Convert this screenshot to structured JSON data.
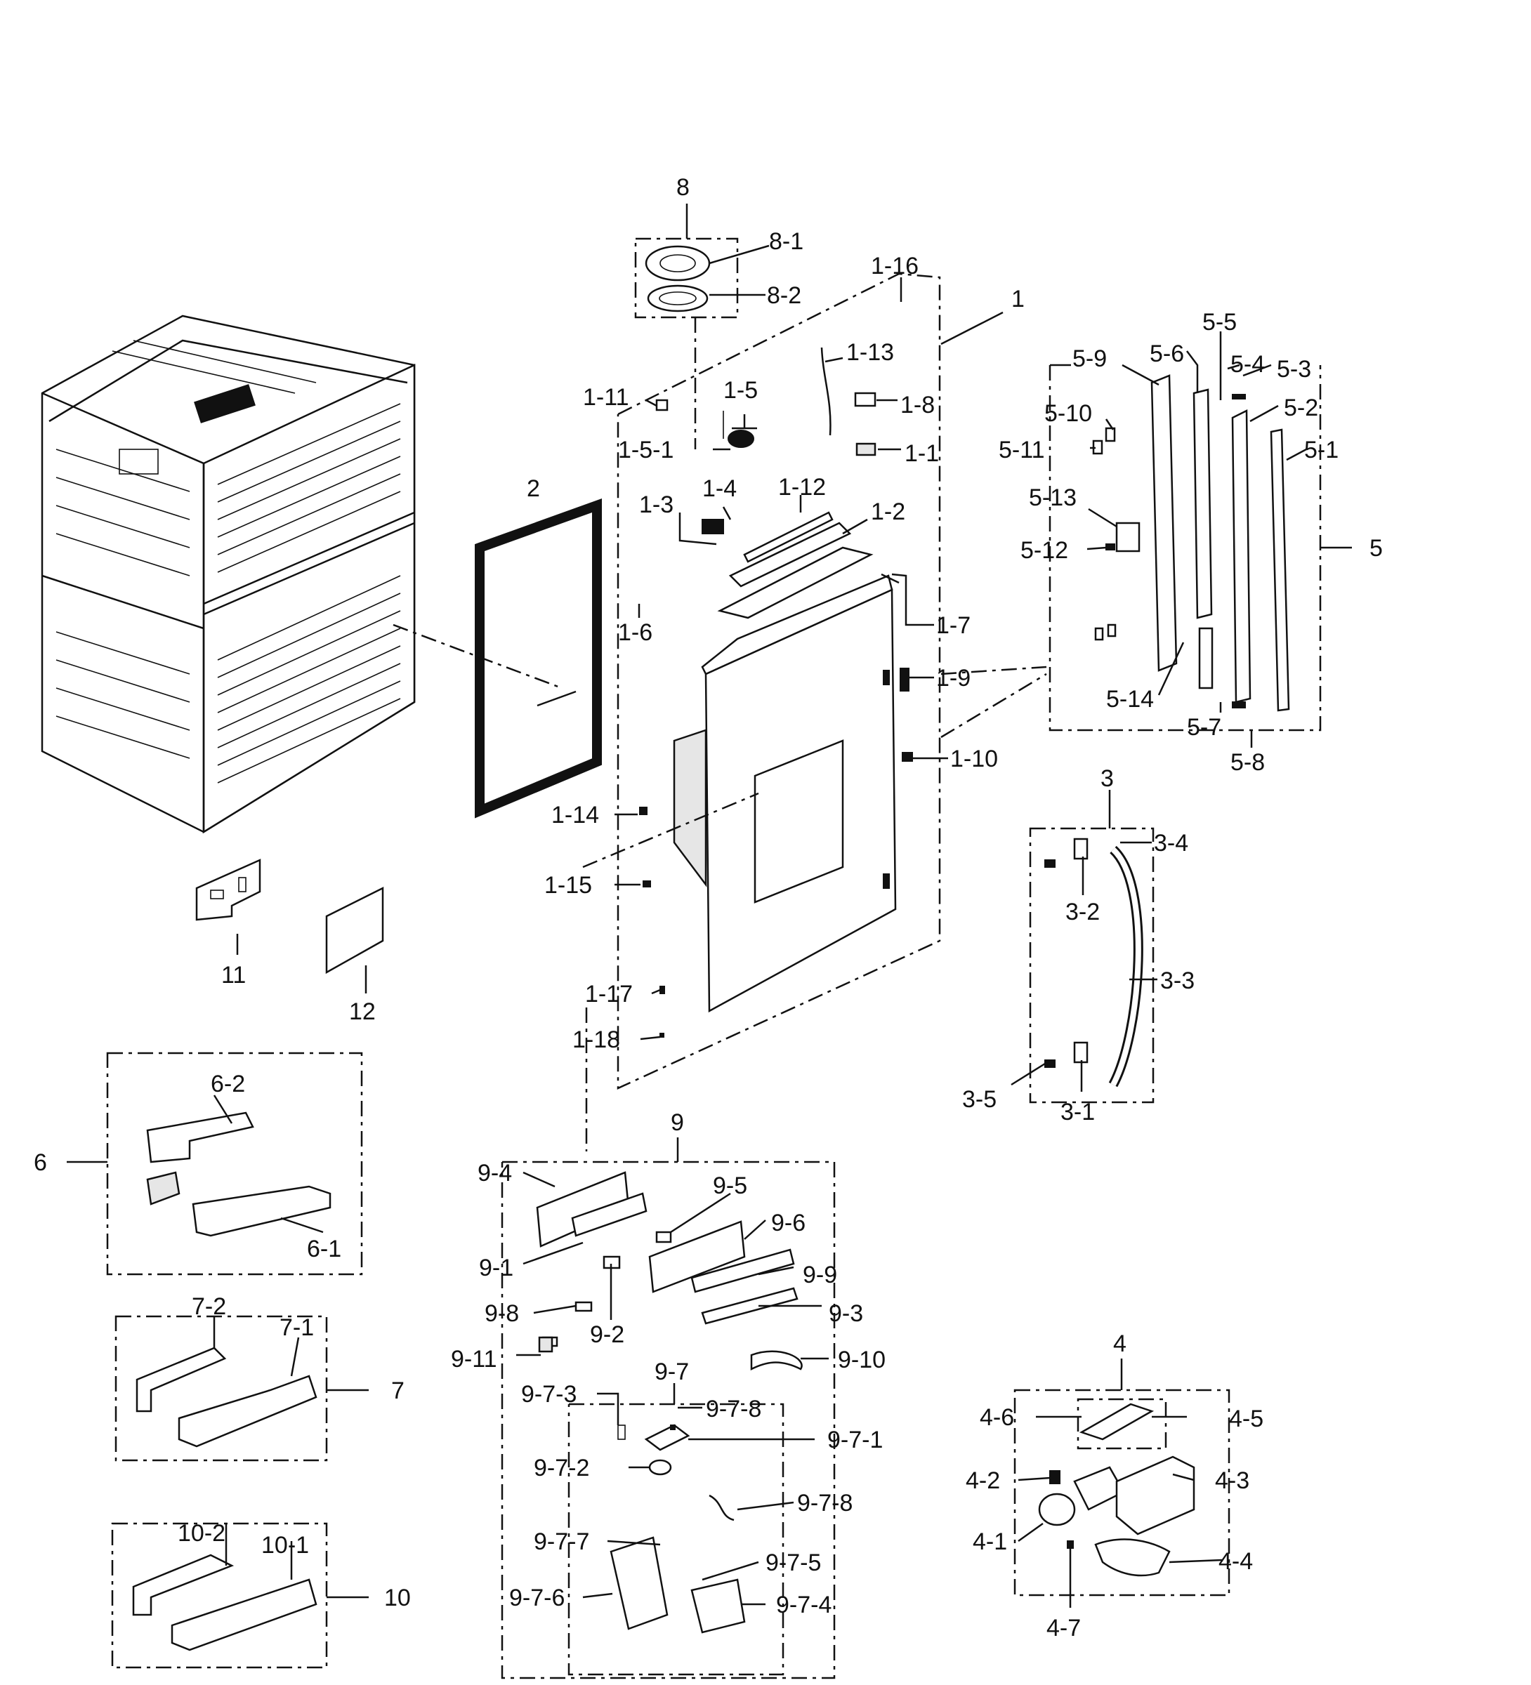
{
  "callouts": [
    {
      "id": "8",
      "text": "8"
    },
    {
      "id": "8-1",
      "text": "8-1"
    },
    {
      "id": "8-2",
      "text": "8-2"
    },
    {
      "id": "1-16",
      "text": "1-16"
    },
    {
      "id": "1",
      "text": "1"
    },
    {
      "id": "1-13",
      "text": "1-13"
    },
    {
      "id": "1-11",
      "text": "1-11"
    },
    {
      "id": "1-5",
      "text": "1-5"
    },
    {
      "id": "1-8",
      "text": "1-8"
    },
    {
      "id": "1-5-1",
      "text": "1-5-1"
    },
    {
      "id": "1-1",
      "text": "1-1"
    },
    {
      "id": "2",
      "text": "2"
    },
    {
      "id": "1-3",
      "text": "1-3"
    },
    {
      "id": "1-4",
      "text": "1-4"
    },
    {
      "id": "1-12",
      "text": "1-12"
    },
    {
      "id": "1-2",
      "text": "1-2"
    },
    {
      "id": "1-6",
      "text": "1-6"
    },
    {
      "id": "1-7",
      "text": "1-7"
    },
    {
      "id": "1-9",
      "text": "1-9"
    },
    {
      "id": "1-10",
      "text": "1-10"
    },
    {
      "id": "1-14",
      "text": "1-14"
    },
    {
      "id": "1-15",
      "text": "1-15"
    },
    {
      "id": "1-17",
      "text": "1-17"
    },
    {
      "id": "1-18",
      "text": "1-18"
    },
    {
      "id": "11",
      "text": "11"
    },
    {
      "id": "12",
      "text": "12"
    },
    {
      "id": "5-5",
      "text": "5-5"
    },
    {
      "id": "5-9",
      "text": "5-9"
    },
    {
      "id": "5-6",
      "text": "5-6"
    },
    {
      "id": "5-4",
      "text": "5-4"
    },
    {
      "id": "5-3",
      "text": "5-3"
    },
    {
      "id": "5-10",
      "text": "5-10"
    },
    {
      "id": "5-2",
      "text": "5-2"
    },
    {
      "id": "5-11",
      "text": "5-11"
    },
    {
      "id": "5-1",
      "text": "5-1"
    },
    {
      "id": "5-13",
      "text": "5-13"
    },
    {
      "id": "5",
      "text": "5"
    },
    {
      "id": "5-12",
      "text": "5-12"
    },
    {
      "id": "5-14",
      "text": "5-14"
    },
    {
      "id": "5-7",
      "text": "5-7"
    },
    {
      "id": "5-8",
      "text": "5-8"
    },
    {
      "id": "3",
      "text": "3"
    },
    {
      "id": "3-4",
      "text": "3-4"
    },
    {
      "id": "3-2",
      "text": "3-2"
    },
    {
      "id": "3-3",
      "text": "3-3"
    },
    {
      "id": "3-5",
      "text": "3-5"
    },
    {
      "id": "3-1",
      "text": "3-1"
    },
    {
      "id": "6-2",
      "text": "6-2"
    },
    {
      "id": "6",
      "text": "6"
    },
    {
      "id": "6-1",
      "text": "6-1"
    },
    {
      "id": "7-2",
      "text": "7-2"
    },
    {
      "id": "7-1",
      "text": "7-1"
    },
    {
      "id": "7",
      "text": "7"
    },
    {
      "id": "10-2",
      "text": "10-2"
    },
    {
      "id": "10-1",
      "text": "10-1"
    },
    {
      "id": "10",
      "text": "10"
    },
    {
      "id": "9",
      "text": "9"
    },
    {
      "id": "9-4",
      "text": "9-4"
    },
    {
      "id": "9-5",
      "text": "9-5"
    },
    {
      "id": "9-6",
      "text": "9-6"
    },
    {
      "id": "9-1",
      "text": "9-1"
    },
    {
      "id": "9-9",
      "text": "9-9"
    },
    {
      "id": "9-8",
      "text": "9-8"
    },
    {
      "id": "9-3",
      "text": "9-3"
    },
    {
      "id": "9-2",
      "text": "9-2"
    },
    {
      "id": "9-11",
      "text": "9-11"
    },
    {
      "id": "9-10",
      "text": "9-10"
    },
    {
      "id": "9-7",
      "text": "9-7"
    },
    {
      "id": "9-7-3",
      "text": "9-7-3"
    },
    {
      "id": "9-7-8a",
      "text": "9-7-8"
    },
    {
      "id": "9-7-1",
      "text": "9-7-1"
    },
    {
      "id": "9-7-2",
      "text": "9-7-2"
    },
    {
      "id": "9-7-8b",
      "text": "9-7-8"
    },
    {
      "id": "9-7-7",
      "text": "9-7-7"
    },
    {
      "id": "9-7-5",
      "text": "9-7-5"
    },
    {
      "id": "9-7-6",
      "text": "9-7-6"
    },
    {
      "id": "9-7-4",
      "text": "9-7-4"
    },
    {
      "id": "4",
      "text": "4"
    },
    {
      "id": "4-6",
      "text": "4-6"
    },
    {
      "id": "4-5",
      "text": "4-5"
    },
    {
      "id": "4-2",
      "text": "4-2"
    },
    {
      "id": "4-3",
      "text": "4-3"
    },
    {
      "id": "4-1",
      "text": "4-1"
    },
    {
      "id": "4-4",
      "text": "4-4"
    },
    {
      "id": "4-7",
      "text": "4-7"
    }
  ]
}
